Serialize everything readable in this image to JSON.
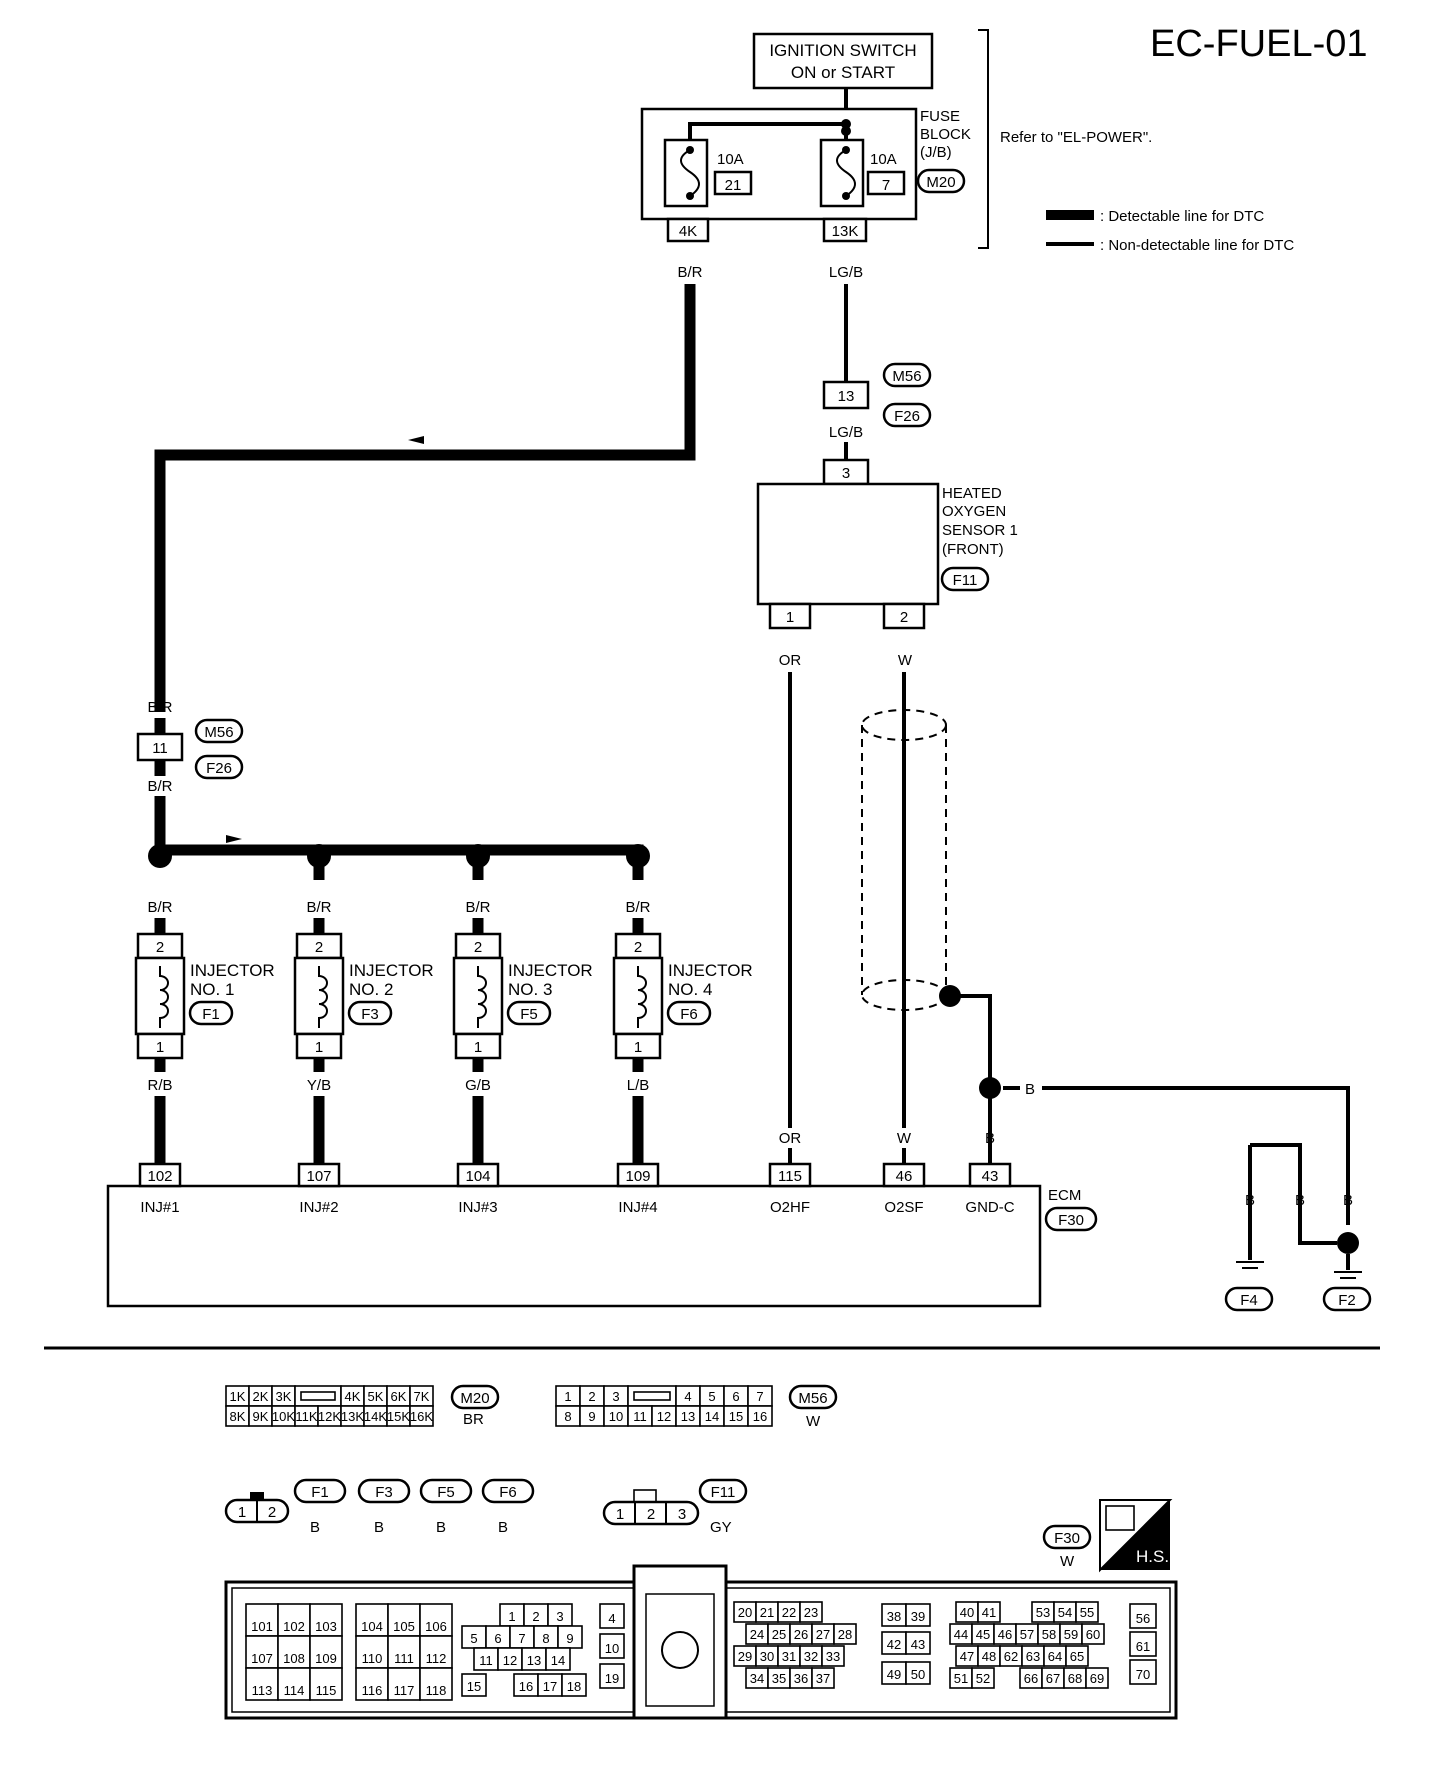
{
  "title": "EC-FUEL-01",
  "ignition_switch": {
    "line1": "IGNITION SWITCH",
    "line2": "ON or START"
  },
  "fuse_block": {
    "l1": "FUSE",
    "l2": "BLOCK",
    "l3": "(J/B)",
    "conn": "M20",
    "ref": "Refer to \"EL-POWER\"."
  },
  "fuses": [
    {
      "amp": "10A",
      "num": "21",
      "term": "4K",
      "wire": "B/R"
    },
    {
      "amp": "10A",
      "num": "7",
      "term": "13K",
      "wire": "LG/B"
    }
  ],
  "legend": {
    "detectable": ": Detectable line for DTC",
    "non_detectable": ": Non-detectable line for DTC"
  },
  "joint_13": {
    "pin": "13",
    "conn1": "M56",
    "conn2": "F26",
    "wire_below": "LG/B"
  },
  "joint_11": {
    "pin": "11",
    "conn1": "M56",
    "conn2": "F26",
    "wire_above": "B/R",
    "wire_below": "B/R"
  },
  "sensor": {
    "pin_top": "3",
    "l1": "HEATED",
    "l2": "OXYGEN",
    "l3": "SENSOR 1",
    "l4": "(FRONT)",
    "conn": "F11",
    "pin1": "1",
    "pin2": "2",
    "wire1": "OR",
    "wire2": "W"
  },
  "injectors": [
    {
      "l1": "INJECTOR",
      "l2": "NO. 1",
      "conn": "F1",
      "top_wire": "B/R",
      "pin_top": "2",
      "pin_bot": "1",
      "bot_wire": "R/B",
      "ecm_pin": "102",
      "ecm_lbl": "INJ#1"
    },
    {
      "l1": "INJECTOR",
      "l2": "NO. 2",
      "conn": "F3",
      "top_wire": "B/R",
      "pin_top": "2",
      "pin_bot": "1",
      "bot_wire": "Y/B",
      "ecm_pin": "107",
      "ecm_lbl": "INJ#2"
    },
    {
      "l1": "INJECTOR",
      "l2": "NO. 3",
      "conn": "F5",
      "top_wire": "B/R",
      "pin_top": "2",
      "pin_bot": "1",
      "bot_wire": "G/B",
      "ecm_pin": "104",
      "ecm_lbl": "INJ#3"
    },
    {
      "l1": "INJECTOR",
      "l2": "NO. 4",
      "conn": "F6",
      "top_wire": "B/R",
      "pin_top": "2",
      "pin_bot": "1",
      "bot_wire": "L/B",
      "ecm_pin": "109",
      "ecm_lbl": "INJ#4"
    }
  ],
  "ecm_other": [
    {
      "wire": "OR",
      "pin": "115",
      "lbl": "O2HF"
    },
    {
      "wire": "W",
      "pin": "46",
      "lbl": "O2SF"
    },
    {
      "wire": "B",
      "pin": "43",
      "lbl": "GND-C"
    }
  ],
  "ecm": {
    "name": "ECM",
    "conn": "F30"
  },
  "ground": {
    "wire_b": "B",
    "g1": "F4",
    "g2": "F2"
  },
  "m20_conn": {
    "row1": [
      "1K",
      "2K",
      "3K",
      "",
      "4K",
      "5K",
      "6K",
      "7K"
    ],
    "row2": [
      "8K",
      "9K",
      "10K",
      "11K",
      "12K",
      "13K",
      "14K",
      "15K",
      "16K"
    ],
    "name": "M20",
    "color": "BR"
  },
  "m56_conn": {
    "row1": [
      "1",
      "2",
      "3",
      "",
      "4",
      "5",
      "6",
      "7"
    ],
    "row2": [
      "8",
      "9",
      "10",
      "11",
      "12",
      "13",
      "14",
      "15",
      "16"
    ],
    "name": "M56",
    "color": "W"
  },
  "inj_conn": {
    "pins": [
      "1",
      "2"
    ],
    "names": [
      "F1",
      "F3",
      "F5",
      "F6"
    ],
    "colors": [
      "B",
      "B",
      "B",
      "B"
    ]
  },
  "f11_conn": {
    "pins": [
      "1",
      "2",
      "3"
    ],
    "name": "F11",
    "color": "GY"
  },
  "f30_conn": {
    "name": "F30",
    "color": "W",
    "badge": "H.S."
  },
  "f30_left": [
    [
      "101",
      "102",
      "103"
    ],
    [
      "107",
      "108",
      "109"
    ],
    [
      "113",
      "114",
      "115"
    ]
  ],
  "f30_left2": [
    [
      "104",
      "105",
      "106"
    ],
    [
      "110",
      "111",
      "112"
    ],
    [
      "116",
      "117",
      "118"
    ]
  ],
  "f30_mid": {
    "r1": [
      "1",
      "2",
      "3"
    ],
    "r2": [
      "5",
      "6",
      "7",
      "8",
      "9"
    ],
    "r3": [
      "11",
      "12",
      "13",
      "14"
    ],
    "r4a": [
      "15"
    ],
    "r4b": [
      "16",
      "17",
      "18"
    ],
    "col": [
      "4",
      "10",
      "19"
    ]
  },
  "f30_right": {
    "r1": [
      "20",
      "21",
      "22",
      "23"
    ],
    "r2": [
      "24",
      "25",
      "26",
      "27",
      "28"
    ],
    "r3": [
      "29",
      "30",
      "31",
      "32",
      "33"
    ],
    "r4": [
      "34",
      "35",
      "36",
      "37"
    ],
    "b1": [
      "38",
      "39"
    ],
    "b2": [
      "42",
      "43"
    ],
    "b3": [
      "49",
      "50"
    ],
    "c1": [
      "40",
      "41"
    ],
    "c1b": [
      "53",
      "54",
      "55"
    ],
    "c2": [
      "44",
      "45",
      "46",
      "57",
      "58",
      "59",
      "60"
    ],
    "c3": [
      "47",
      "48",
      "62",
      "63",
      "64",
      "65"
    ],
    "c4a": [
      "51",
      "52"
    ],
    "c4b": [
      "66",
      "67",
      "68",
      "69"
    ],
    "col": [
      "56",
      "61",
      "70"
    ]
  }
}
